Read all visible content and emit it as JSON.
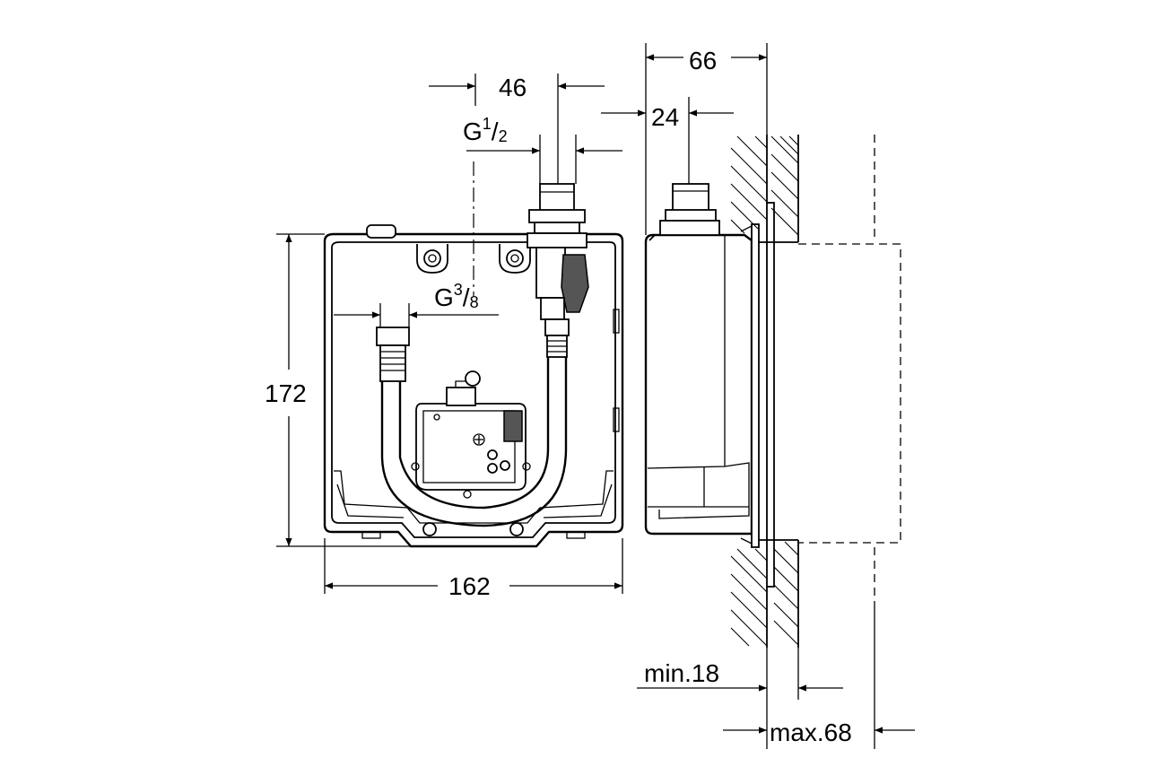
{
  "dimensions": {
    "top_spacing": "46",
    "side_depth": "66",
    "outlet_offset": "24",
    "main_thread_base": "G",
    "main_thread_num": "1",
    "main_thread_den": "2",
    "supply_thread_base": "G",
    "supply_thread_num": "3",
    "supply_thread_den": "8",
    "height": "172",
    "width": "162",
    "min_depth": "min.18",
    "max_depth": "max.68"
  },
  "colors": {
    "line": "#000000",
    "shade": "#555555",
    "background": "#ffffff"
  },
  "icons": [
    "arrowhead",
    "hatched-wall"
  ]
}
